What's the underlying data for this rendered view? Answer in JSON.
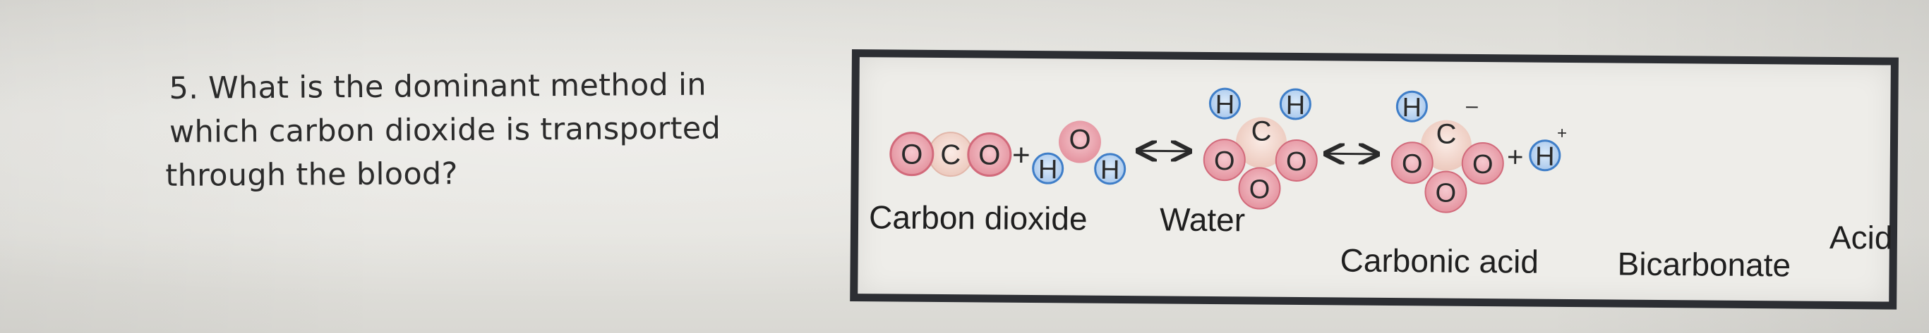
{
  "question": {
    "number": "5.",
    "lines": [
      "What is the dominant method in",
      "which carbon dioxide is transported",
      "through the blood?"
    ]
  },
  "figure": {
    "atoms": {
      "oxygen": "O",
      "carbon": "C",
      "hydrogen": "H"
    },
    "plus": "+",
    "arrow": "↔",
    "charge_minus": "–",
    "charge_plus": "+",
    "labels": {
      "carbon_dioxide": "Carbon dioxide",
      "water": "Water",
      "carbonic_acid": "Carbonic acid",
      "bicarbonate": "Bicarbonate",
      "acid": "Acid"
    },
    "colors": {
      "oxygen_fill": "#e9a3ad",
      "oxygen_ring": "#d26a7b",
      "carbon_fill": "#f1d8cf",
      "hydrogen_fill": "#b9d3ef",
      "hydrogen_ring": "#3f7ec8",
      "frame": "#2c2e33"
    }
  }
}
